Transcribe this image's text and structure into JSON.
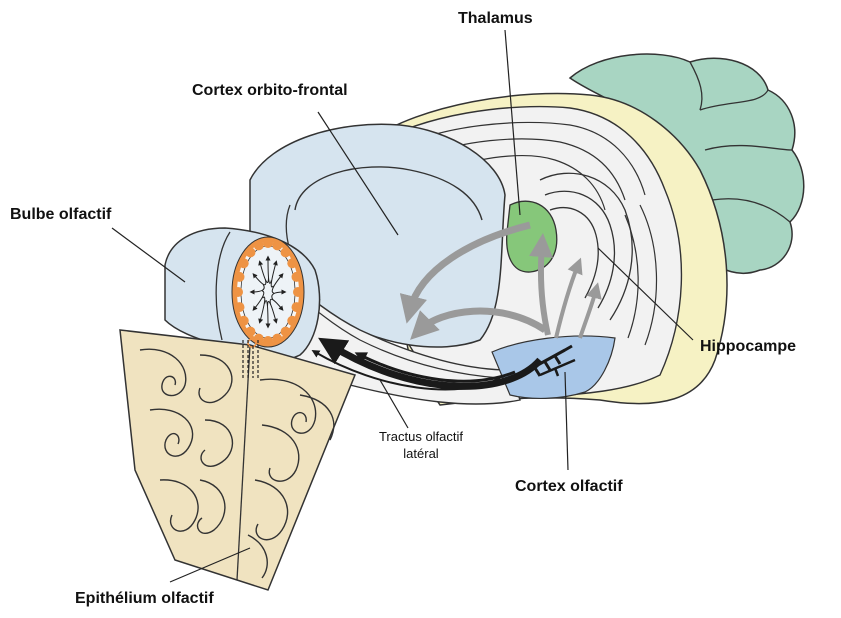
{
  "labels": {
    "thalamus": "Thalamus",
    "cortex_orbito_frontal": "Cortex orbito-frontal",
    "bulbe_olfactif": "Bulbe olfactif",
    "hippocampe": "Hippocampe",
    "tractus_line1": "Tractus olfactif",
    "tractus_line2": "latéral",
    "cortex_olfactif": "Cortex olfactif",
    "epithelium_olfactif": "Epithélium olfactif"
  },
  "colors": {
    "outline": "#333333",
    "light_blue": "#d6e4ef",
    "pale_yellow": "#f6f2c4",
    "green_cerebellum": "#a8d5c2",
    "thalamus_green": "#86c77a",
    "epithelium_tan": "#f0e3c0",
    "glomerulus_orange": "#ee9344",
    "white_matter": "#f2f2f2",
    "olfactory_cortex_blue": "#a9c7e8",
    "gray_arrow": "#9a9a9a",
    "black_arrow": "#1a1a1a"
  }
}
